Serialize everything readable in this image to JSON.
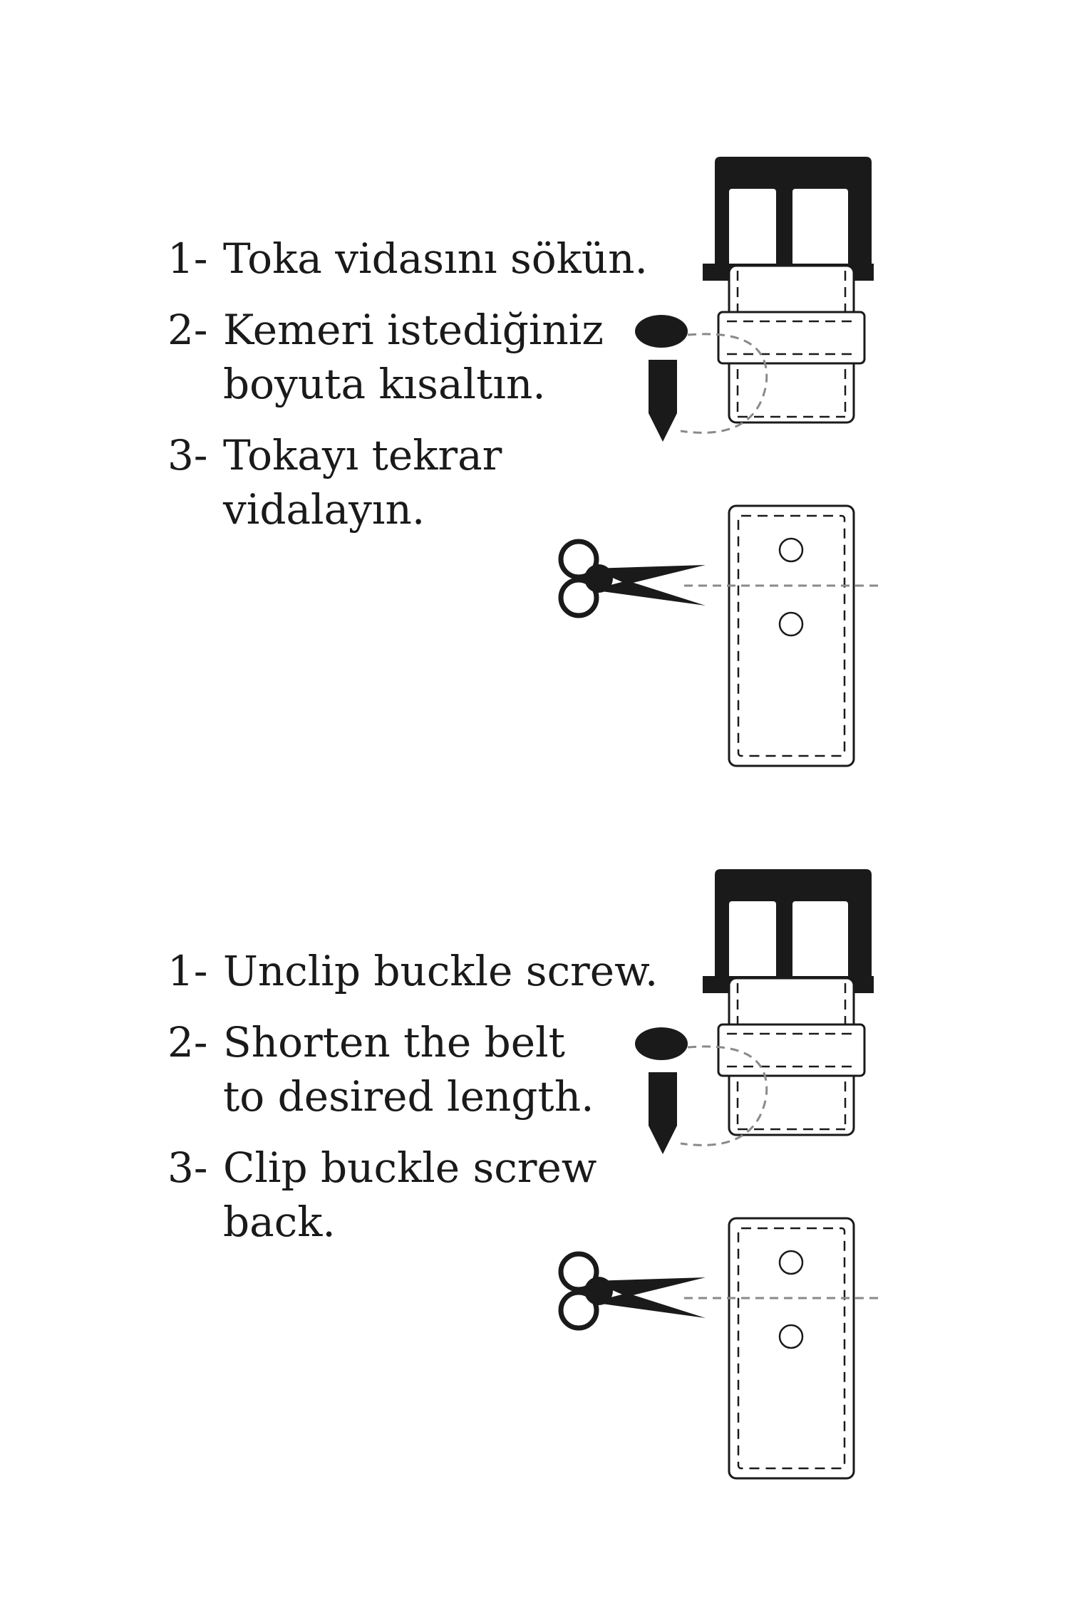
{
  "instructions_tr": {
    "steps": [
      {
        "number": "1-",
        "text": "Toka vidasını sökün."
      },
      {
        "number": "2-",
        "text": "Kemeri istediğiniz\nboyuta kısaltın."
      },
      {
        "number": "3-",
        "text": "Tokayı tekrar\nvidalayın."
      }
    ]
  },
  "instructions_en": {
    "steps": [
      {
        "number": "1-",
        "text": "Unclip buckle screw."
      },
      {
        "number": "2-",
        "text": "Shorten the belt\nto desired length."
      },
      {
        "number": "3-",
        "text": "Clip buckle screw\nback."
      }
    ]
  },
  "icons": [
    "buckle-icon",
    "screw-icon",
    "belt-strap-icon",
    "scissors-icon"
  ],
  "colors": {
    "ink": "#1a1a1a",
    "dashed": "#8a8a8a",
    "background": "#ffffff"
  }
}
